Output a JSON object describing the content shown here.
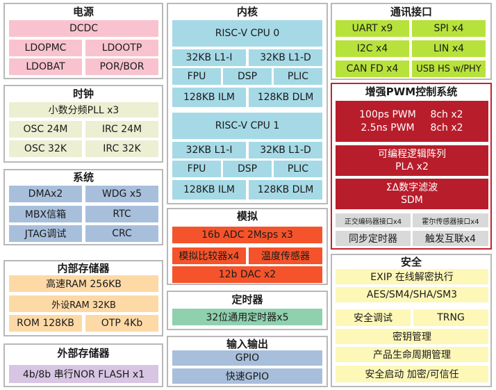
{
  "power": {
    "title": "电源",
    "dcdc": "DCDC",
    "ldopmc": "LDOPMC",
    "ldootp": "LDOOTP",
    "ldobat": "LDOBAT",
    "porbor": "POR/BOR"
  },
  "clock": {
    "title": "时钟",
    "pll": "小数分频PLL x3",
    "osc24": "OSC 24M",
    "irc24": "IRC 24M",
    "osc32": "OSC 32K",
    "irc32": "IRC 32K"
  },
  "system": {
    "title": "系统",
    "dma": "DMAx2",
    "wdg": "WDG x5",
    "mbx": "MBX信箱",
    "rtc": "RTC",
    "jtag": "JTAG调试",
    "crc": "CRC"
  },
  "int_mem": {
    "title": "内部存储器",
    "sram": "高速RAM 256KB",
    "pram": "外设RAM 32KB",
    "rom": "ROM 128KB",
    "otp": "OTP 4Kb"
  },
  "ext_mem": {
    "title": "外部存储器",
    "flash": "4b/8b 串行NOR FLASH x1"
  },
  "core": {
    "title": "内核",
    "cpu0": {
      "name": "RISC-V CPU 0",
      "l1i": "32KB L1-I",
      "l1d": "32KB L1-D",
      "fpu": "FPU",
      "dsp": "DSP",
      "plic": "PLIC",
      "ilm": "128KB ILM",
      "dlm": "128KB DLM"
    },
    "cpu1": {
      "name": "RISC-V CPU 1",
      "l1i": "32KB L1-I",
      "l1d": "32KB L1-D",
      "fpu": "FPU",
      "dsp": "DSP",
      "plic": "PLIC",
      "ilm": "128KB ILM",
      "dlm": "128KB DLM"
    }
  },
  "analog": {
    "title": "模拟",
    "adc": "16b ADC 2Msps x3",
    "cmp": "模拟比较器x4",
    "temp": "温度传感器",
    "dac": "12b DAC x2"
  },
  "timer": {
    "title": "定时器",
    "gpt": "32位通用定时器x5"
  },
  "io": {
    "title": "输入输出",
    "gpio": "GPIO",
    "fgpio": "快速GPIO"
  },
  "comm": {
    "title": "通讯接口",
    "uart": "UART x9",
    "spi": "SPI x4",
    "i2c": "I2C x4",
    "lin": "LIN x4",
    "can": "CAN FD x4",
    "usb": "USB HS w/PHY"
  },
  "pwm": {
    "title": "增强PWM控制系统",
    "pwm100": "100ps PWM",
    "pwm100ch": "8ch x2",
    "pwm25": "2.5ns PWM",
    "pwm25ch": "8ch x2",
    "pla_title": "可编程逻辑阵列",
    "pla": "PLA x2",
    "sdm_title": "ΣΔ数字滤波",
    "sdm": "SDM",
    "qei": "正交编码器接口x4",
    "hall": "霍尔传感器接口x4",
    "sync": "同步定时器",
    "trig": "触发互联x4"
  },
  "security": {
    "title": "安全",
    "exip": "EXIP 在线解密执行",
    "aes": "AES/SM4/SHA/SM3",
    "debug": "安全调试",
    "trng": "TRNG",
    "key": "密钥管理",
    "lifecycle": "产品生命周期管理",
    "boot": "安全启动 加密/可信任"
  }
}
